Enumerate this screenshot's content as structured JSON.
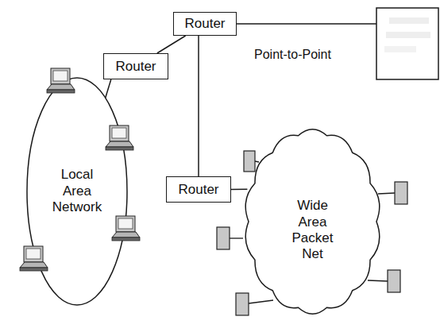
{
  "diagram": {
    "nodes": [
      {
        "text": [
          "Router"
        ]
      },
      {
        "text": [
          "Router"
        ]
      },
      {
        "text": [
          "Local Area Network"
        ]
      },
      {
        "text": [
          "Router"
        ]
      },
      {
        "text": [
          "Wide Area Packet Net"
        ]
      }
    ],
    "edges": [
      {
        "from": 1,
        "to": 0,
        "arrow": "none"
      },
      {
        "from": 0,
        "to": 3,
        "arrow": "none"
      },
      {
        "from": 1,
        "to": 2,
        "arrow": "none"
      },
      {
        "from": 3,
        "to": 4,
        "arrow": "none"
      }
    ],
    "labels": [
      "Point-to-Point"
    ]
  }
}
